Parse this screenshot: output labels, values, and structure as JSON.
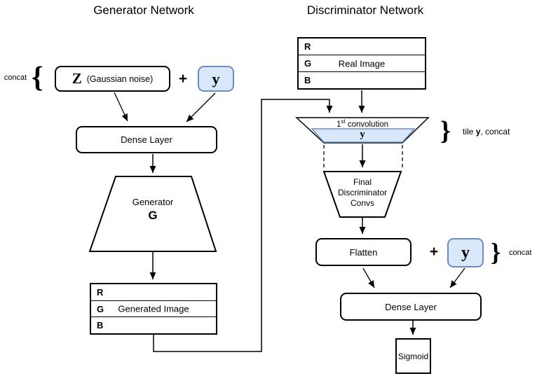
{
  "colors": {
    "stroke": "#000000",
    "condition_fill": "#dae8fc",
    "condition_border": "#6c8ebf",
    "background": "#ffffff"
  },
  "generator": {
    "title": "Generator Network",
    "concat_label": "concat",
    "brace_open": "{",
    "z_symbol": "Z",
    "z_caption": "(Gaussian noise)",
    "plus": "+",
    "y_symbol": "y",
    "dense_label": "Dense Layer",
    "trapezoid_label": "Generator",
    "trapezoid_symbol": "G",
    "image_rows": [
      "R",
      "G",
      "B"
    ],
    "image_label": "Generated Image"
  },
  "discriminator": {
    "title": "Discriminator Network",
    "image_rows": [
      "R",
      "G",
      "B"
    ],
    "image_label": "Real Image",
    "conv1_num": "1",
    "conv1_sup": "st",
    "conv1_rest": " convolution",
    "conv1_y_symbol": "y",
    "tile_brace": "}",
    "tile_prefix": "tile ",
    "tile_y": "y",
    "tile_suffix": ", concat",
    "final_convs_lines": [
      "Final",
      "Discriminator",
      "Convs"
    ],
    "flatten_label": "Flatten",
    "plus": "+",
    "y_symbol": "y",
    "concat_brace": "}",
    "concat_label": "concat",
    "dense_label": "Dense Layer",
    "sigmoid_label": "Sigmoid"
  }
}
